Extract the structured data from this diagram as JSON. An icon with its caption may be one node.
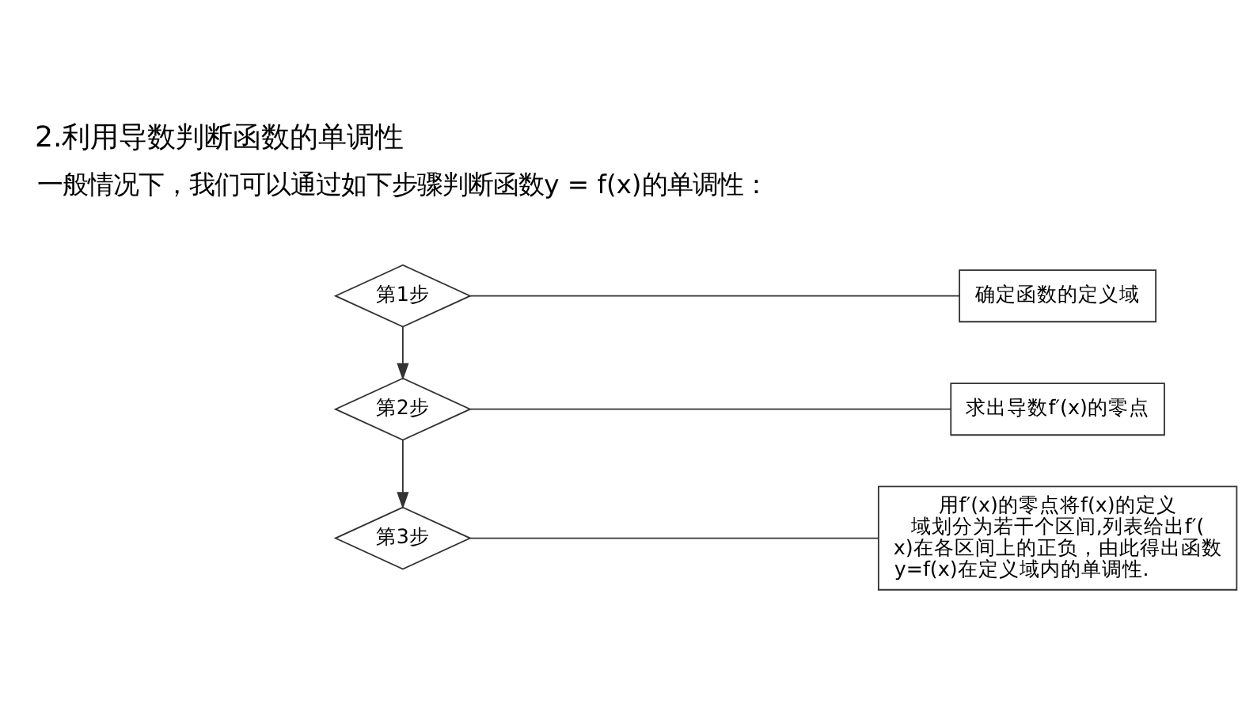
{
  "diagram": {
    "title": "2.利用导数判断函数的单调性",
    "nodes": [
      {
        "text": [
          "第1步"
        ]
      },
      {
        "text": [
          "确定函数的定义域"
        ]
      },
      {
        "text": [
          "第2步"
        ]
      },
      {
        "text": [
          "求出导数f′(x)的零点"
        ]
      },
      {
        "text": [
          "第3步"
        ]
      },
      {
        "text": [
          "用f′(x)的零点将f(x)的定义域划分为若干个区间,列表给出f′(x)在各区间上的正负，由此得出函数y=f(x)在定义域内的单调性."
        ]
      }
    ],
    "edges": [
      {
        "from": 0,
        "to": 2,
        "arrow": "to"
      },
      {
        "from": 2,
        "to": 4,
        "arrow": "to"
      },
      {
        "from": 0,
        "to": 1,
        "arrow": "none"
      },
      {
        "from": 2,
        "to": 3,
        "arrow": "none"
      },
      {
        "from": 4,
        "to": 5,
        "arrow": "none"
      }
    ],
    "labels": [
      "一般情况下，我们可以通过如下步骤判断函数y = f(x)的单调性："
    ]
  }
}
